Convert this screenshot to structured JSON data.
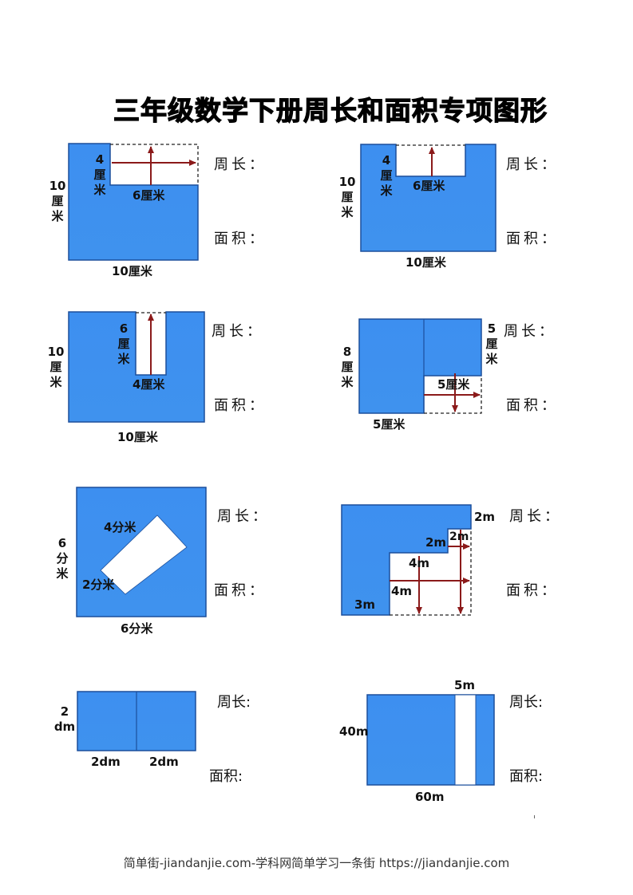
{
  "title": "三年级数学下册周长和面积专项图形",
  "questions": {
    "perimeter_label": "周长：",
    "area_label": "面积：",
    "perimeter_label_short": "周长:",
    "area_label_short": "面积:"
  },
  "figures": [
    {
      "id": 1,
      "labels": {
        "notch_height": "4厘米",
        "notch_height_parts": [
          "4",
          "厘",
          "米"
        ],
        "notch_width": "6厘米",
        "side_height_parts": [
          "10",
          "厘",
          "米"
        ],
        "bottom_width": "10厘米"
      }
    },
    {
      "id": 2,
      "labels": {
        "notch_height_parts": [
          "4",
          "厘",
          "米"
        ],
        "notch_width": "6厘米",
        "side_height_parts": [
          "10",
          "厘",
          "米"
        ],
        "bottom_width": "10厘米"
      }
    },
    {
      "id": 3,
      "labels": {
        "notch_height_parts": [
          "6",
          "厘",
          "米"
        ],
        "notch_width": "4厘米",
        "side_height_parts": [
          "10",
          "厘",
          "米"
        ],
        "bottom_width": "10厘米"
      }
    },
    {
      "id": 4,
      "labels": {
        "left_height_parts": [
          "8",
          "厘",
          "米"
        ],
        "right_height_parts": [
          "5",
          "厘",
          "米"
        ],
        "notch_width": "5厘米",
        "bottom_width": "5厘米"
      }
    },
    {
      "id": 5,
      "labels": {
        "side_height_parts": [
          "6",
          "分",
          "米"
        ],
        "bottom_width": "6分米",
        "inner_long": "4分米",
        "inner_short": "2分米"
      }
    },
    {
      "id": 6,
      "labels": {
        "right_top": "2m",
        "step_horizontal": "2m",
        "step_vertical": "2m",
        "inner_width": "4m",
        "inner_height": "4m",
        "bottom_left": "3m"
      }
    },
    {
      "id": 7,
      "labels": {
        "height_parts": [
          "2",
          "dm"
        ],
        "width_left": "2dm",
        "width_right": "2dm"
      }
    },
    {
      "id": 8,
      "labels": {
        "strip_width": "5m",
        "height": "40m",
        "width": "60m"
      }
    }
  ],
  "colors": {
    "fill_blue": "#3b8eea",
    "edge_blue": "#1c4f9c",
    "arrow": "#8b1a1a"
  },
  "footer": "简单街-jiandanjie.com-学科网简单学习一条街 https://jiandanjie.com"
}
